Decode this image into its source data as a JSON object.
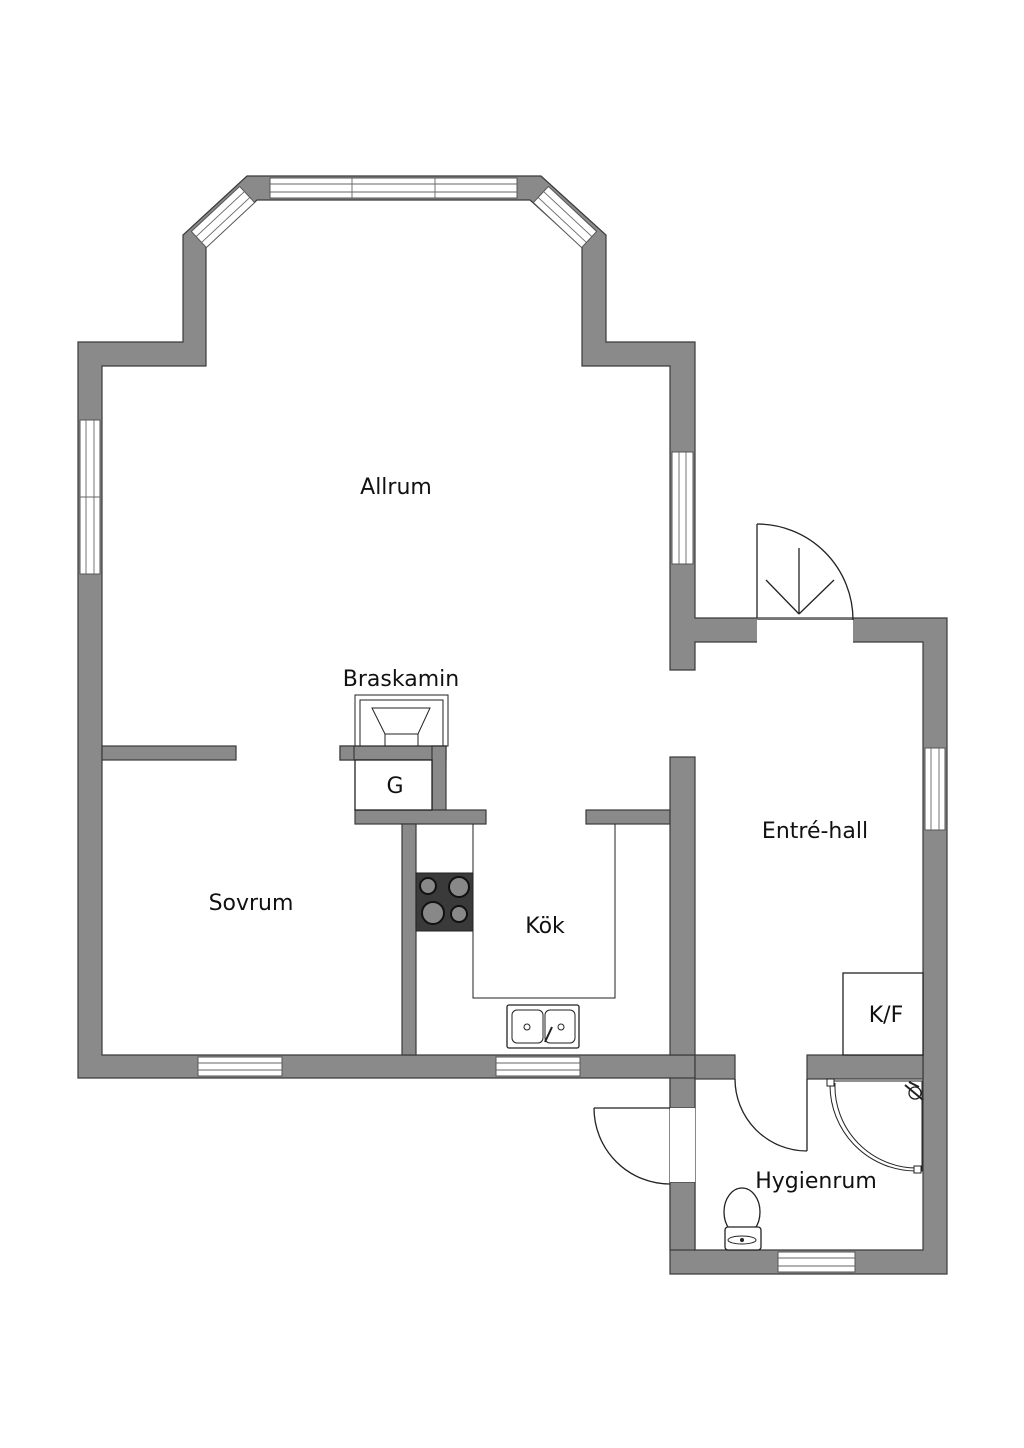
{
  "rooms": {
    "allrum": "Allrum",
    "braskamin": "Braskamin",
    "g": "G",
    "sovrum": "Sovrum",
    "kok": "Kök",
    "entre_hall": "Entré-hall",
    "kf": "K/F",
    "hygienrum": "Hygienrum"
  },
  "colors": {
    "wall": "#8a8a8a",
    "line": "#222222",
    "background": "#ffffff"
  }
}
